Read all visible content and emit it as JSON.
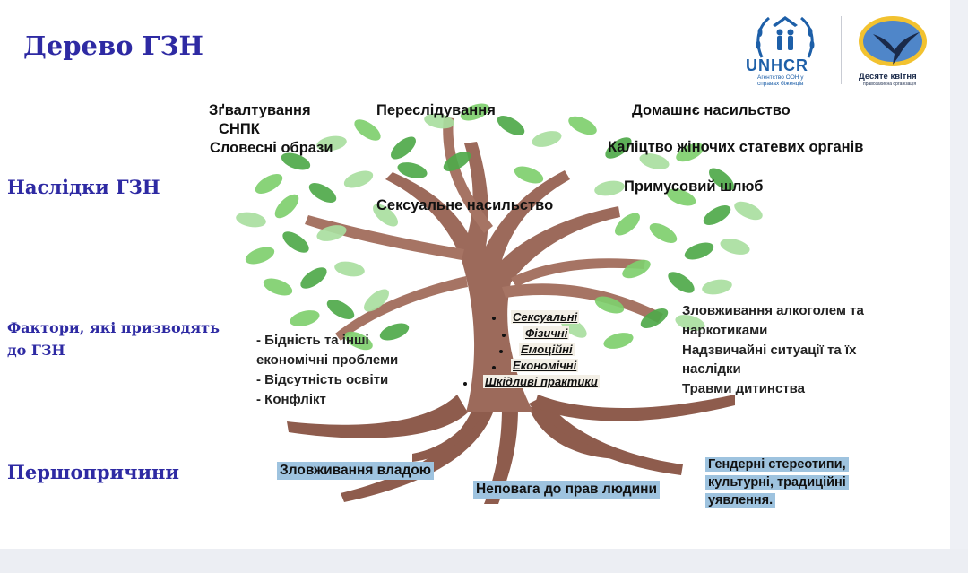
{
  "title": "Дерево ГЗН",
  "sections": {
    "consequences": "Наслідки ГЗН",
    "factors_line1": "Фактори, які призводять",
    "factors_line2": "до ГЗН",
    "root_causes": "Першопричини"
  },
  "consequences": {
    "rape": "Зґвалтування",
    "snpk": "СНПК",
    "verbal": "Словесні образи",
    "persecution": "Переслідування",
    "domestic": "Домашнє  насильство",
    "fgm": "Каліцтво жіночих статевих органів",
    "forced_marriage": "Примусовий шлюб",
    "sexual_violence": "Сексуальне насильство"
  },
  "factors_left": [
    "- Бідність та інші",
    "економічні проблеми",
    "- Відсутність освіти",
    "- Конфлікт"
  ],
  "trunk_types": [
    "Сексуальні",
    "Фізичні",
    "Емоційні",
    "Економічні",
    "Шкідливі практики"
  ],
  "factors_right": [
    "Зловживання алкоголем та",
    "наркотиками",
    "Надзвичайні ситуації та їх",
    "наслідки",
    "Травми дитинства"
  ],
  "roots": {
    "power": "Зловживання владою",
    "rights": "Неповага до прав  людини",
    "stereo": [
      "Гендерні стереотипи,",
      "культурні,  традиційні",
      "уявлення."
    ]
  },
  "logos": {
    "unhcr": "UNHCR",
    "unhcr_sub1": "Агентство ООН у",
    "unhcr_sub2": "справах біженців",
    "partner": "Десяте квітня",
    "partner_sub": "правозахисна організація"
  },
  "colors": {
    "heading": "#2e2aa3",
    "trunk": "#9c6a5b",
    "leaf": "#5fb85c",
    "highlight": "#9ec3df",
    "unhcr": "#1d5fa8"
  }
}
